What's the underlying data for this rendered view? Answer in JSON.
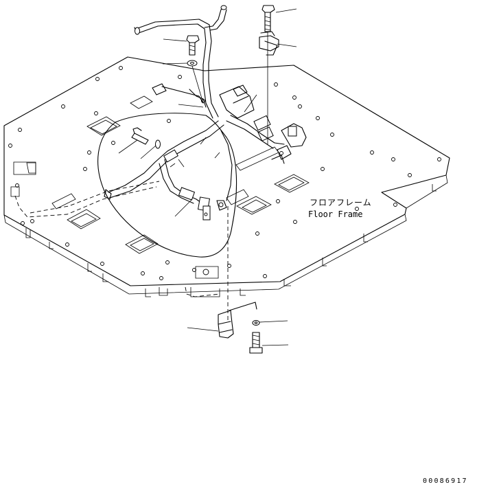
{
  "labels": {
    "floor_frame_jp": "フロアフレーム",
    "floor_frame_en": "Floor Frame"
  },
  "drawing_number": "00086917"
}
